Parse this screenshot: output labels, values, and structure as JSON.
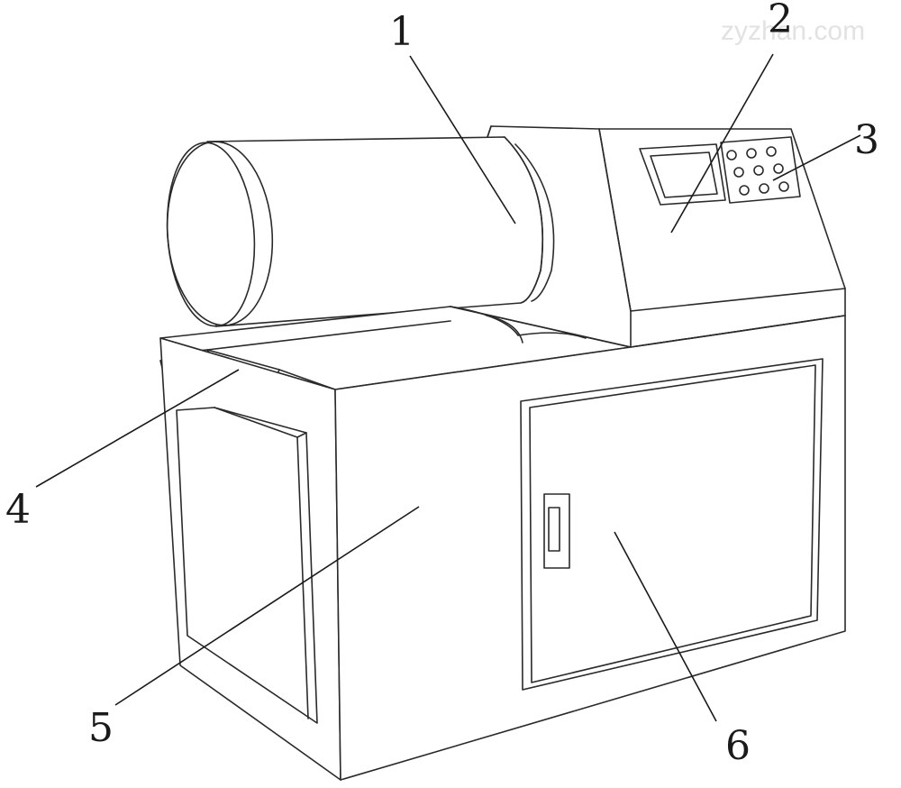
{
  "watermark": "zyzhan.com",
  "callouts": [
    {
      "id": "1",
      "text": "1"
    },
    {
      "id": "2",
      "text": "2"
    },
    {
      "id": "3",
      "text": "3"
    },
    {
      "id": "4",
      "text": "4"
    },
    {
      "id": "5",
      "text": "5"
    },
    {
      "id": "6",
      "text": "6"
    }
  ],
  "colors": {
    "line": "#2a2a2a",
    "background": "#ffffff"
  }
}
